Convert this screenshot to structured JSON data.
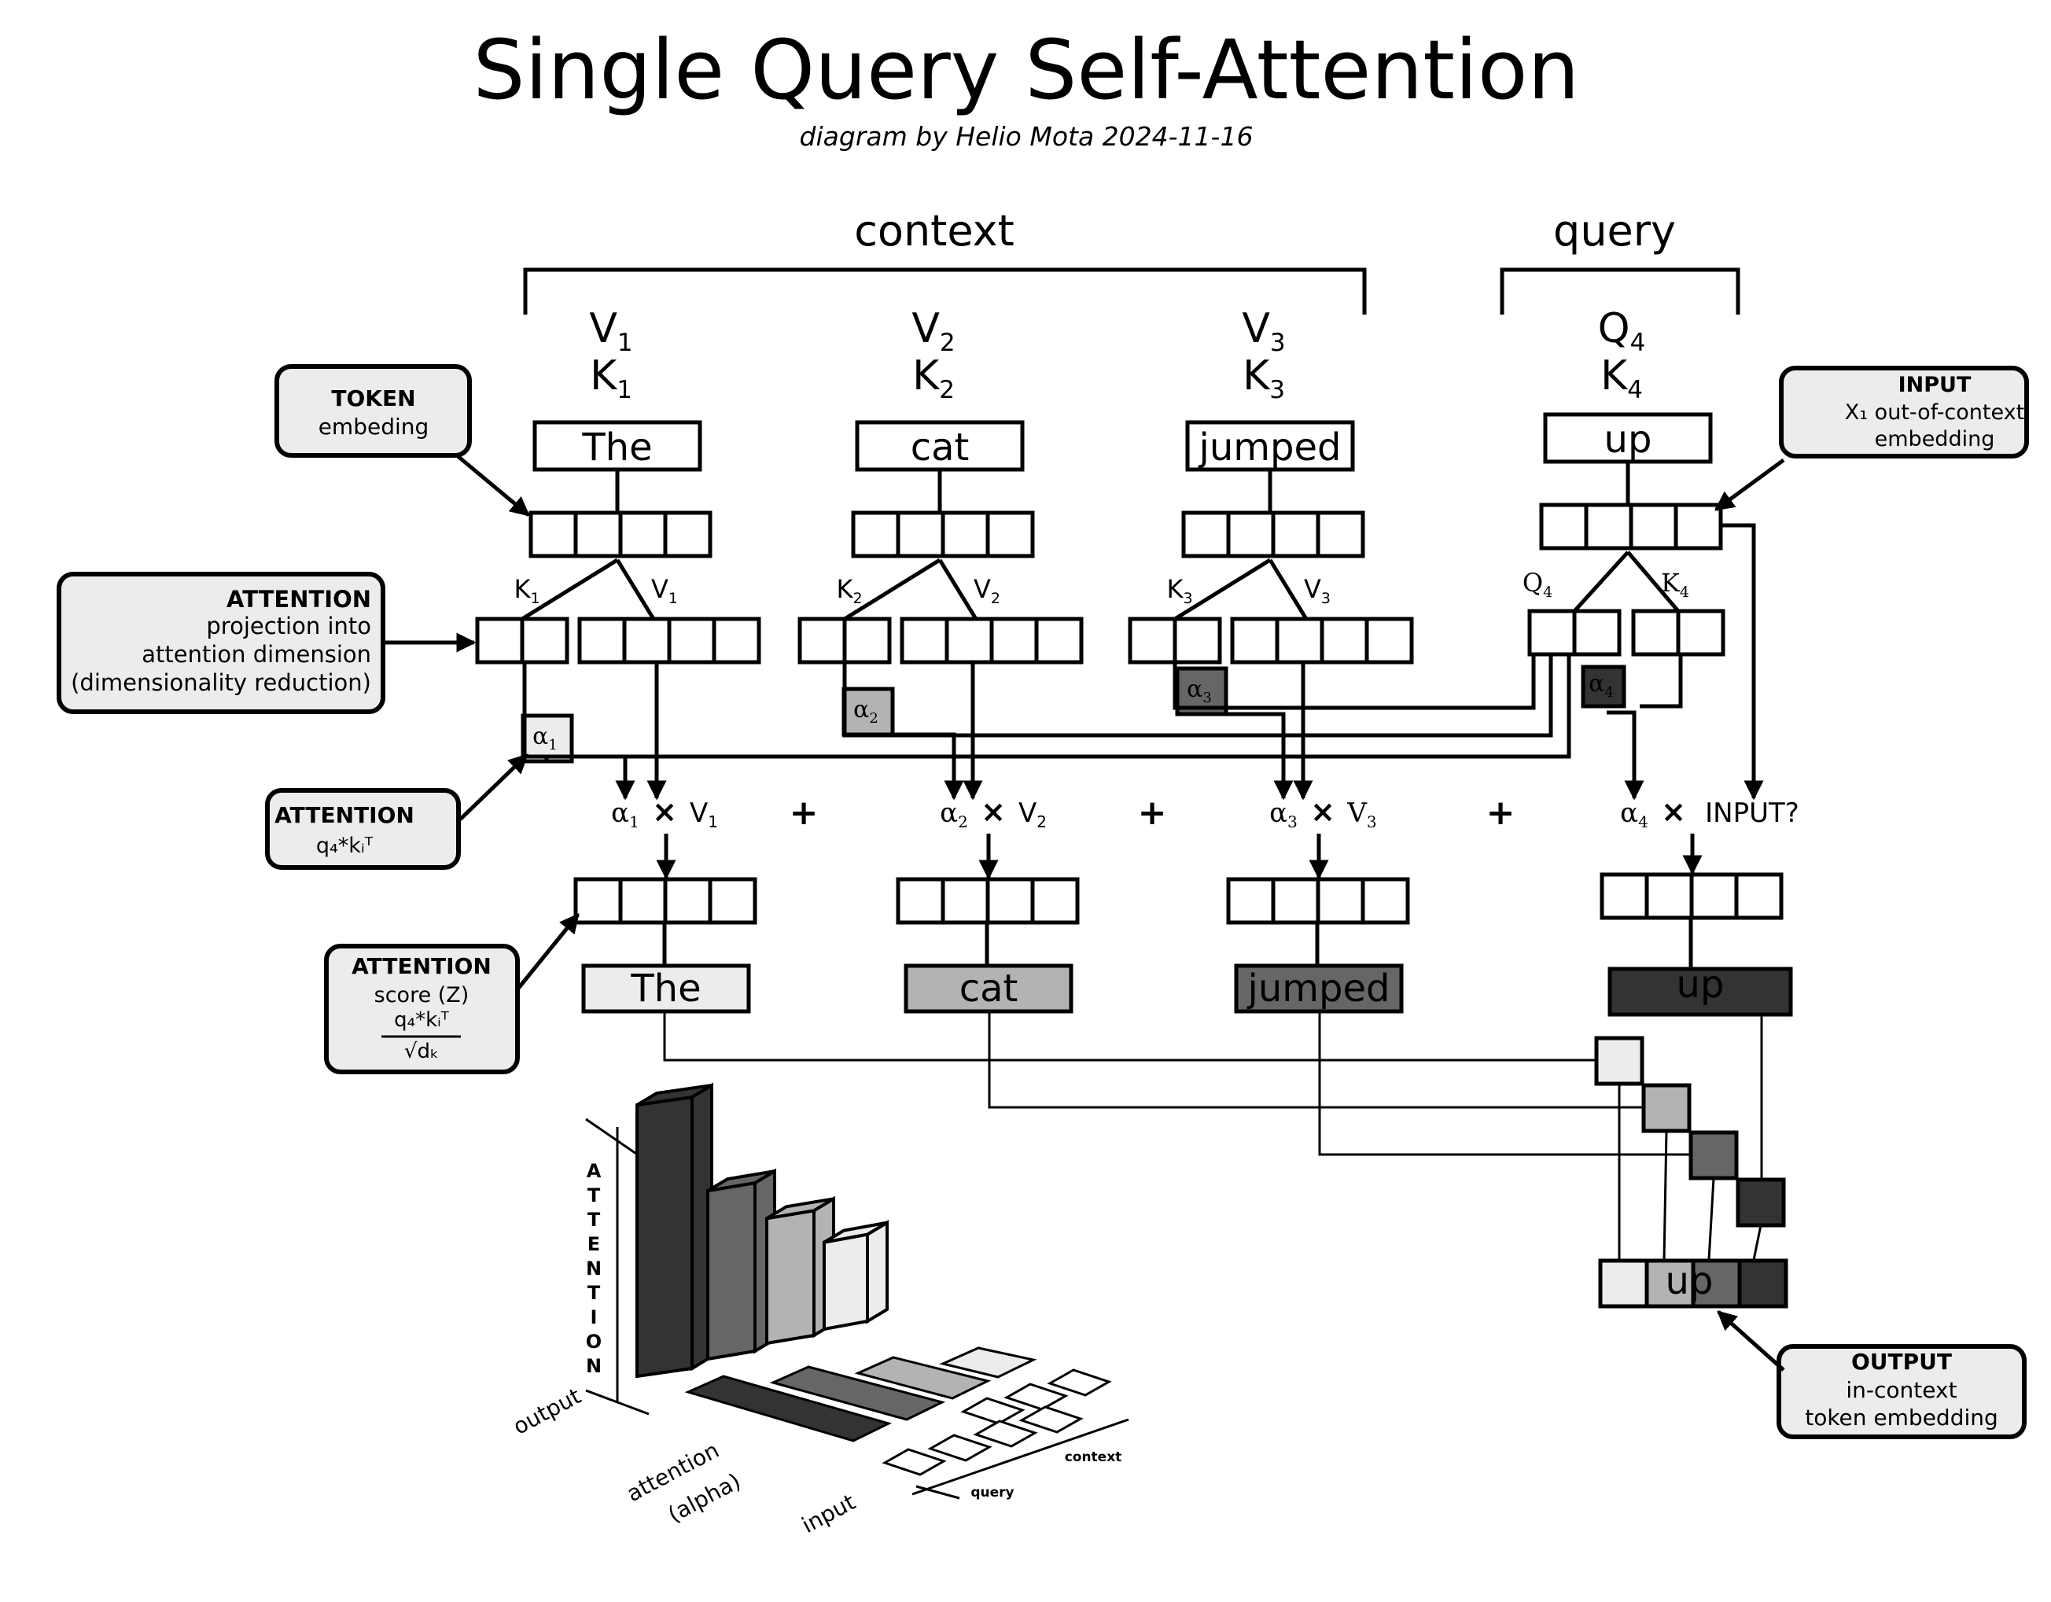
{
  "title": "Single Query Self-Attention",
  "subtitle": "diagram by Helio Mota 2024-11-16",
  "brackets": {
    "context": "context",
    "query": "query"
  },
  "tokens": [
    {
      "word": "The",
      "top_label": "V",
      "top_sub": "1",
      "bottom_label": "K",
      "bottom_sub": "1",
      "alpha_sub": "1",
      "alpha_fill": "#ececec",
      "out_color": "#ececec",
      "out_text_color": "#000000"
    },
    {
      "word": "cat",
      "top_label": "V",
      "top_sub": "2",
      "bottom_label": "K",
      "bottom_sub": "2",
      "alpha_sub": "2",
      "alpha_fill": "#b3b3b3",
      "out_color": "#b3b3b3",
      "out_text_color": "#000000"
    },
    {
      "word": "jumped",
      "top_label": "V",
      "top_sub": "3",
      "bottom_label": "K",
      "bottom_sub": "3",
      "alpha_sub": "3",
      "alpha_fill": "#666666",
      "out_color": "#666666",
      "out_text_color": "#ffffff"
    },
    {
      "word": "up",
      "top_label": "Q",
      "top_sub": "4",
      "bottom_label": "K",
      "bottom_sub": "4",
      "alpha_sub": "4",
      "alpha_fill": "#333333",
      "out_color": "#333333",
      "out_text_color": "#ffffff"
    }
  ],
  "branch_labels": [
    {
      "left": "K",
      "left_sub": "1",
      "right": "V",
      "right_sub": "1"
    },
    {
      "left": "K",
      "left_sub": "2",
      "right": "V",
      "right_sub": "2"
    },
    {
      "left": "K",
      "left_sub": "3",
      "right": "V",
      "right_sub": "3"
    },
    {
      "left": "Q",
      "left_sub": "4",
      "right": "K",
      "right_sub": "4"
    }
  ],
  "alpha_symbol": "α",
  "times_symbol": "×",
  "plus_symbol": "+",
  "products": [
    {
      "alpha_sub": "1",
      "right": "V",
      "right_sub": "1"
    },
    {
      "alpha_sub": "2",
      "right": "V",
      "right_sub": "2"
    },
    {
      "alpha_sub": "3",
      "right": "V",
      "right_sub": "3"
    },
    {
      "alpha_sub": "4",
      "right": "INPUT?",
      "right_sub": ""
    }
  ],
  "callouts": {
    "token": {
      "title": "TOKEN",
      "lines": [
        "embeding"
      ]
    },
    "input": {
      "title": "INPUT",
      "lines": [
        "X₁ out-of-context",
        "embedding"
      ]
    },
    "projection": {
      "title": "ATTENTION",
      "lines": [
        "projection into",
        "attention dimension",
        "(dimensionality reduction)"
      ]
    },
    "attention": {
      "title": "ATTENTION",
      "formula": "q₄*kᵢᵀ"
    },
    "score": {
      "title": "ATTENTION",
      "line": "score (Z)",
      "numerator": "q₄*kᵢᵀ",
      "denominator": "√dₖ"
    },
    "output": {
      "title": "OUTPUT",
      "lines": [
        "in-context",
        "token embedding"
      ]
    }
  },
  "output_word": "up",
  "chart_labels": {
    "vertical": "ATTENTION",
    "output": "output",
    "attention": "attention",
    "alpha": "(alpha)",
    "input": "input",
    "context": "context",
    "query": "query"
  },
  "bar_levels": [
    1.0,
    0.62,
    0.46,
    0.32
  ],
  "bar_colors": [
    "#333333",
    "#666666",
    "#b3b3b3",
    "#ececec"
  ]
}
